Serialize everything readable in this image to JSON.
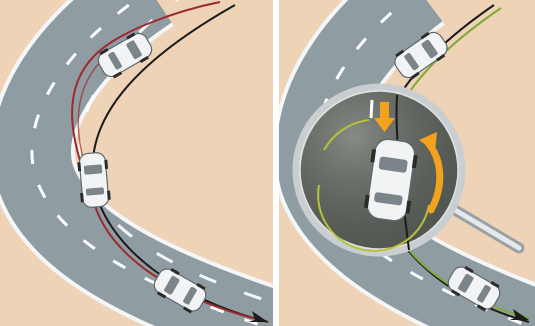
{
  "figure": {
    "colors": {
      "ground": "#efd3b6",
      "road": "#8f9da3",
      "road_edge": "#f4f6f7",
      "lane_dash": "#ffffff",
      "car_body": "#f1f3f4",
      "car_glass": "#7b8488",
      "path_black": "#1b1b1b",
      "path_red": "#9c2a2f",
      "path_green": "#7faa3a",
      "arrow_orange": "#f2a21d",
      "lens_ring": "#c9ced1"
    },
    "panels": [
      {
        "id": "left",
        "icons": [
          "car-icon",
          "car-icon",
          "car-icon",
          "direction-arrow-icon"
        ],
        "paths": [
          "intended-path",
          "skid-path"
        ]
      },
      {
        "id": "right",
        "icons": [
          "car-icon",
          "car-icon",
          "car-icon",
          "magnifier-icon",
          "brake-arrow-icon",
          "yaw-arrow-icon",
          "direction-arrow-icon"
        ],
        "paths": [
          "intended-path",
          "corrected-path"
        ]
      }
    ]
  }
}
